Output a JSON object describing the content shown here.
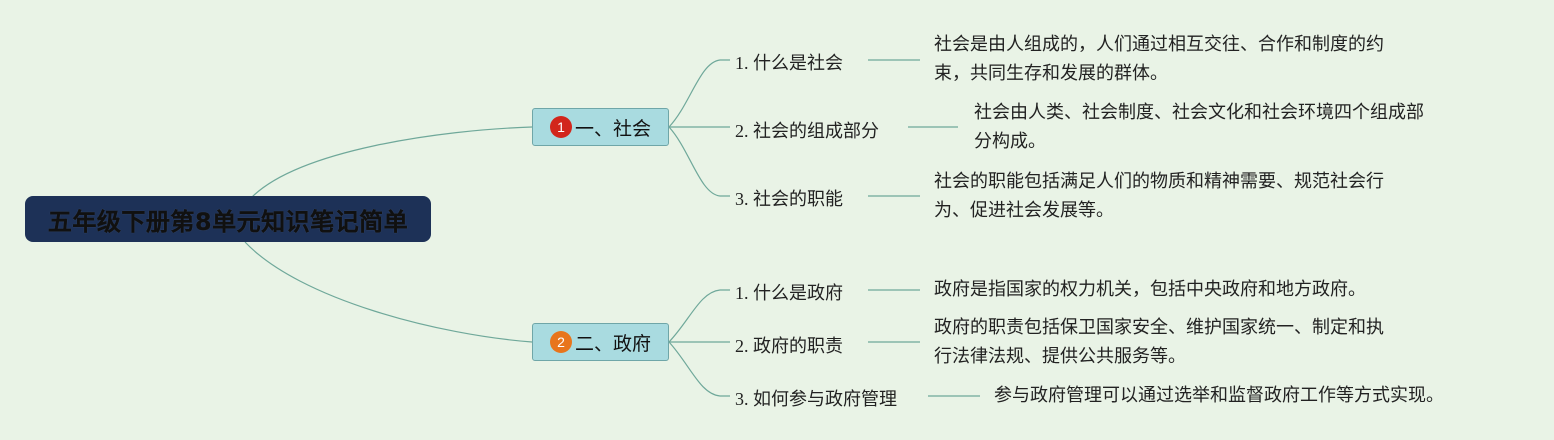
{
  "root": {
    "title": "五年级下册第8单元知识笔记简单"
  },
  "branches": [
    {
      "badge": "1",
      "badge_color": "#d2261c",
      "label": "一、社会",
      "topics": [
        {
          "label": "1. 什么是社会",
          "detail": [
            "社会是由人组成的，人们通过相互交往、合作和制度的约",
            "束，共同生存和发展的群体。"
          ]
        },
        {
          "label": "2. 社会的组成部分",
          "detail": [
            "社会由人类、社会制度、社会文化和社会环境四个组成部",
            "分构成。"
          ]
        },
        {
          "label": "3. 社会的职能",
          "detail": [
            "社会的职能包括满足人们的物质和精神需要、规范社会行",
            "为、促进社会发展等。"
          ]
        }
      ]
    },
    {
      "badge": "2",
      "badge_color": "#e8751c",
      "label": "二、政府",
      "topics": [
        {
          "label": "1. 什么是政府",
          "detail": [
            "政府是指国家的权力机关，包括中央政府和地方政府。"
          ]
        },
        {
          "label": "2. 政府的职责",
          "detail": [
            "政府的职责包括保卫国家安全、维护国家统一、制定和执",
            "行法律法规、提供公共服务等。"
          ]
        },
        {
          "label": "3. 如何参与政府管理",
          "detail": [
            "参与政府管理可以通过选举和监督政府工作等方式实现。"
          ]
        }
      ]
    }
  ],
  "colors": {
    "background": "#e9f3e6",
    "root_fill": "#1d3157",
    "branch_fill": "#a9dbe0",
    "connector": "#6fa89a"
  }
}
